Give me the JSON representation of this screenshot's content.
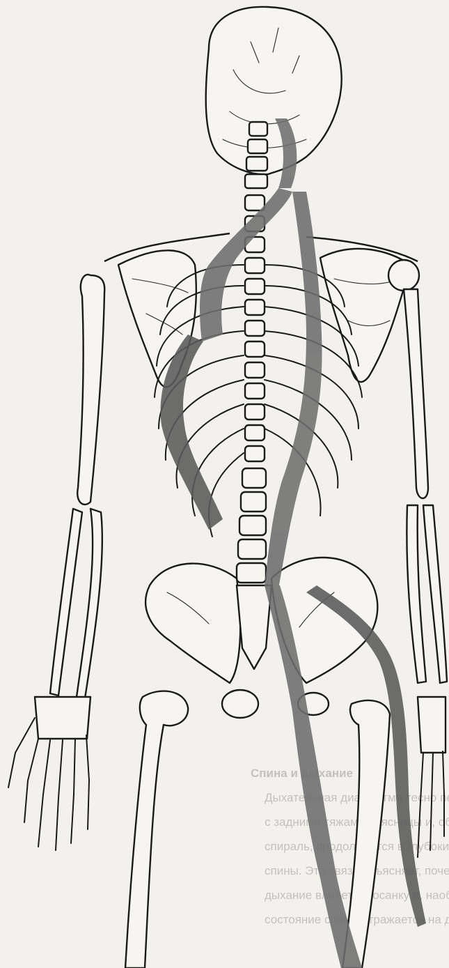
{
  "background_text": {
    "heading": "Спина и дыхание",
    "lines": [
      "Дыхательная диафрагма тесно переплетена",
      "с задними тяжами поясницы и, образуя",
      "спираль, продолжается в глубоких слоях",
      "спины. Эта связь объясняет, почему",
      "дыхание влияет на осанку и, наоборот,",
      "состояние спины отражается на дыхании."
    ]
  },
  "colors": {
    "paper": "#f3f1ee",
    "ink": "#1a1a1a",
    "fascia_band": "#6e6e6e"
  }
}
